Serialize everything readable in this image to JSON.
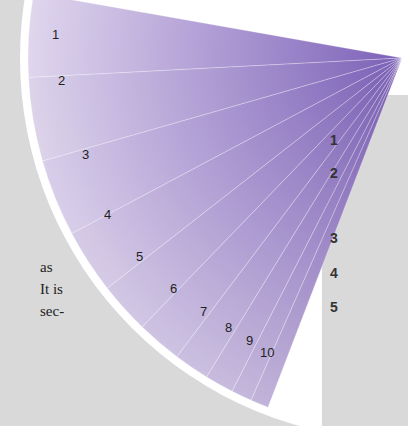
{
  "diagram": {
    "labels": [
      "1",
      "2",
      "3",
      "4",
      "5",
      "6",
      "7",
      "8",
      "9",
      "10",
      "as",
      "It is",
      "sec-",
      "1",
      "2",
      "3",
      "4",
      "5"
    ]
  }
}
